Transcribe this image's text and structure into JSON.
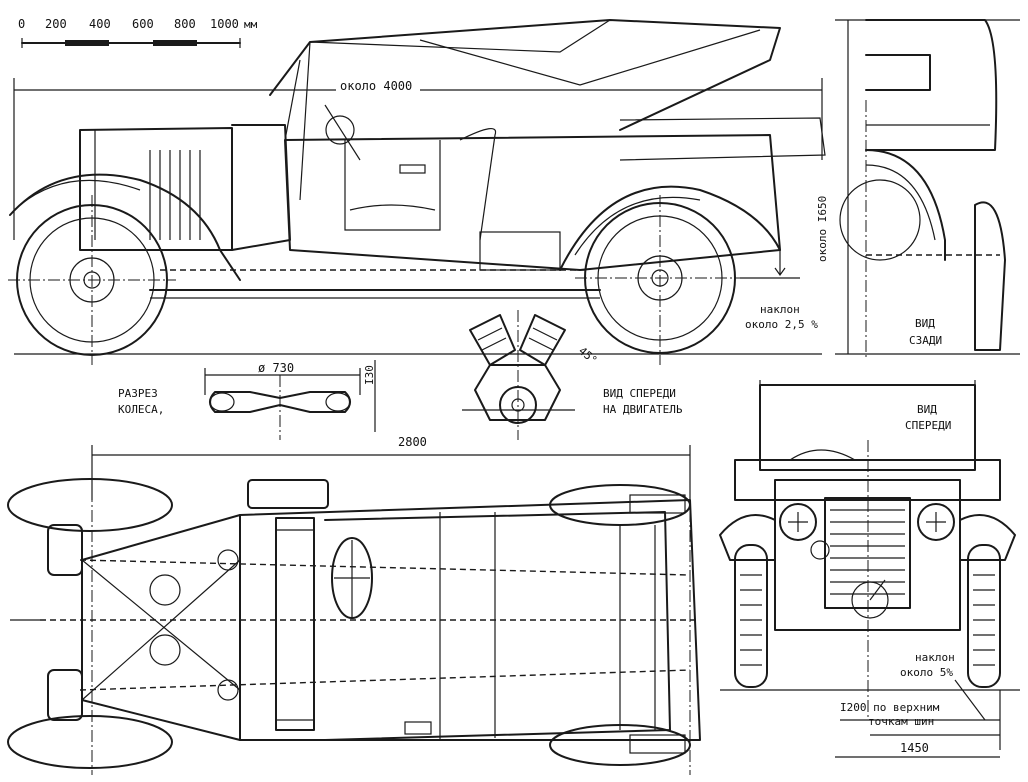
{
  "scale": {
    "ticks": [
      "0",
      "200",
      "400",
      "600",
      "800",
      "1000"
    ],
    "unit": "мм"
  },
  "dimensions": {
    "overall_length": "около 4000",
    "wheelbase": "2800",
    "height": "около I650",
    "rear_track_label": "1450",
    "front_track_note_line1": "I200 по верхним",
    "front_track_note_line2": "точкам шин",
    "wheel_diameter": "ø 730",
    "tyre_width": "I30",
    "engine_angle": "45°"
  },
  "notes": {
    "side_slope_line1": "наклон",
    "side_slope_line2": "около 2,5 %",
    "front_slope_line1": "наклон",
    "front_slope_line2": "около 5%"
  },
  "views": {
    "rear_line1": "ВИД",
    "rear_line2": "СЗАДИ",
    "wheel_section_line1": "РАЗРЕЗ",
    "wheel_section_line2": "КОЛЕСА,",
    "engine_front_line1": "ВИД СПЕРЕДИ",
    "engine_front_line2": "НА ДВИГАТЕЛЬ",
    "front_line1": "ВИД",
    "front_line2": "СПЕРЕДИ"
  }
}
